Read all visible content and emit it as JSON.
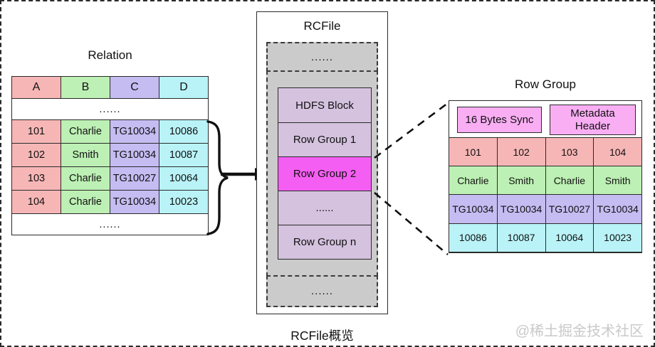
{
  "ellipsis": "......",
  "titles": {
    "relation": "Relation",
    "rcfile": "RCFile",
    "row_group": "Row Group",
    "caption": "RCFile概览",
    "watermark": "@稀土掘金技术社区"
  },
  "relation_table": {
    "headers": [
      "A",
      "B",
      "C",
      "D"
    ],
    "rows": [
      [
        "101",
        "Charlie",
        "TG10034",
        "10086"
      ],
      [
        "102",
        "Smith",
        "TG10034",
        "10087"
      ],
      [
        "103",
        "Charlie",
        "TG10027",
        "10064"
      ],
      [
        "104",
        "Charlie",
        "TG10034",
        "10023"
      ]
    ]
  },
  "rcfile": {
    "blocks": [
      "HDFS Block",
      "Row Group 1",
      "Row Group 2",
      "......",
      "Row Group n"
    ],
    "highlighted_block": "Row Group 2"
  },
  "row_group_detail": {
    "sync": "16 Bytes Sync",
    "metadata": "Metadata Header",
    "rows": [
      [
        "101",
        "102",
        "103",
        "104"
      ],
      [
        "Charlie",
        "Smith",
        "Charlie",
        "Smith"
      ],
      [
        "TG10034",
        "TG10034",
        "TG10027",
        "TG10034"
      ],
      [
        "10086",
        "10087",
        "10064",
        "10023"
      ]
    ]
  },
  "colors": {
    "col_a_pink": "#f7b6b6",
    "col_b_green": "#bdf0b4",
    "col_c_purple": "#c5bcf2",
    "col_d_cyan": "#b9f3f7",
    "block_lavender": "#d4c2de",
    "highlight_magenta": "#f55ef2",
    "sync_pink": "#f9aef3",
    "gray_region": "#cbcbcb",
    "watermark_gray": "#c9c9c9"
  }
}
